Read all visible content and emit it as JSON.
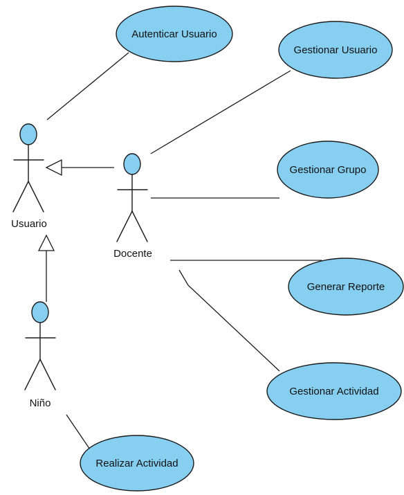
{
  "actors": {
    "usuario": "Usuario",
    "docente": "Docente",
    "nino": "Niño"
  },
  "use_cases": {
    "autenticar_usuario": "Autenticar Usuario",
    "gestionar_usuario": "Gestionar Usuario",
    "gestionar_grupo": "Gestionar Grupo",
    "generar_reporte": "Generar Reporte",
    "gestionar_actividad": "Gestionar Actividad",
    "realizar_actividad": "Realizar Actividad"
  },
  "colors": {
    "use_case_fill": "#86CFF1",
    "actor_head_fill": "#86CFF1",
    "line": "#1a1a1a"
  }
}
